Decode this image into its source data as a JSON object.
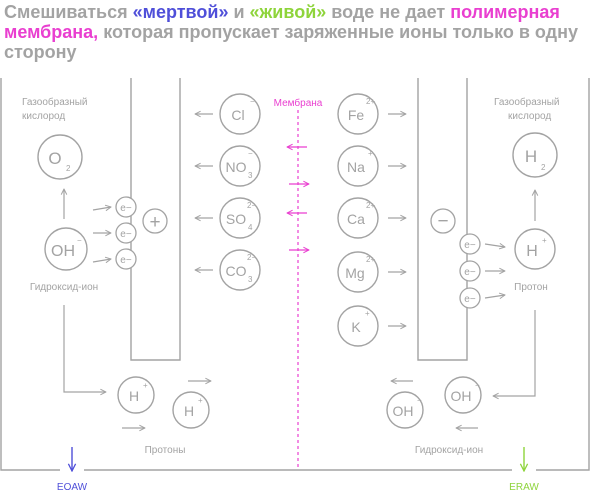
{
  "headline": {
    "part1": "Смешиваться ",
    "dead": "«мертвой»",
    "part2": " и ",
    "live": "«живой»",
    "part3": " воде не дает ",
    "membrane": "полимерная мембрана,",
    "part4": " которая пропускает заряженные ионы только в одну сторону"
  },
  "colors": {
    "text": "#a3a3a3",
    "lines": "#a3a3a3",
    "blue": "#4f4fd9",
    "green": "#8ed43b",
    "pink": "#e93fd0"
  },
  "membrane_label": "Мембрана",
  "anode": {
    "gas_label_1": "Газообразный",
    "gas_label_2": "кислород",
    "gas": "O",
    "gas_sub": "2",
    "reactant": "OH",
    "reactant_sup": "−",
    "reactant_label": "Гидроксид-ион",
    "sign": "+",
    "electron": "e−",
    "product": "H",
    "product_sup": "+",
    "products_label": "Протоны",
    "outlet_label": "EOAW"
  },
  "cathode": {
    "gas_label_1": "Газообразный",
    "gas_label_2": "кислород",
    "gas": "H",
    "gas_sub": "2",
    "reactant": "H",
    "reactant_sup": "+",
    "reactant_label": "Протон",
    "sign": "−",
    "electron": "e−",
    "product": "OH",
    "product_sup": "−",
    "products_label": "Гидроксид-ион",
    "outlet_label": "ERAW"
  },
  "anions": [
    {
      "base": "Cl",
      "sub": "",
      "sup": "−"
    },
    {
      "base": "NO",
      "sub": "3",
      "sup": "−"
    },
    {
      "base": "SO",
      "sub": "4",
      "sup": "2−"
    },
    {
      "base": "CO",
      "sub": "3",
      "sup": "2−"
    }
  ],
  "cations": [
    {
      "base": "Fe",
      "sub": "",
      "sup": "2+"
    },
    {
      "base": "Na",
      "sub": "",
      "sup": "+"
    },
    {
      "base": "Ca",
      "sub": "",
      "sup": "2+"
    },
    {
      "base": "Mg",
      "sub": "",
      "sup": "2+"
    },
    {
      "base": "K",
      "sub": "",
      "sup": "+"
    }
  ]
}
